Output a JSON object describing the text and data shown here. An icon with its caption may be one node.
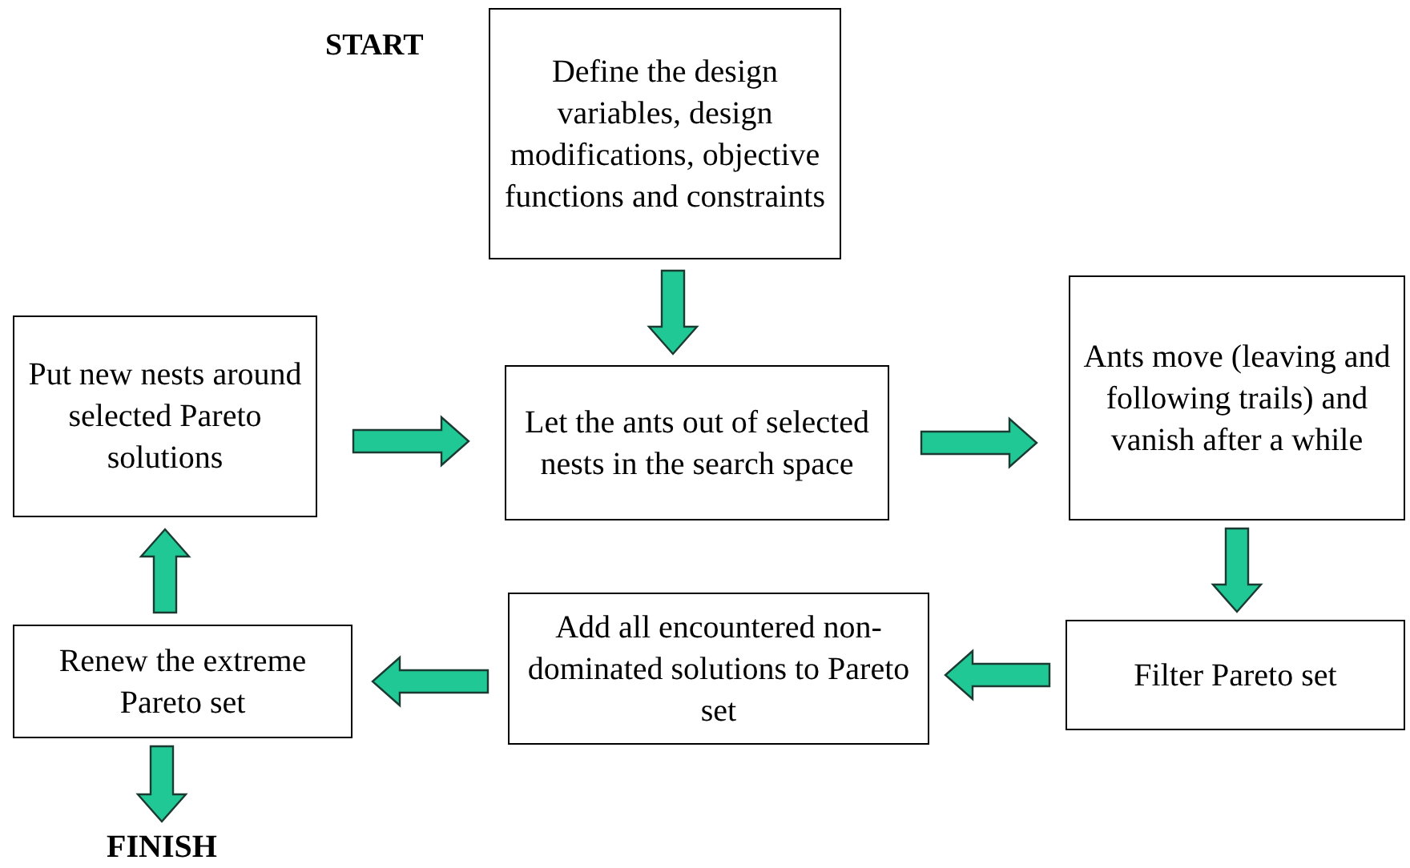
{
  "diagram": {
    "nodes": [
      {
        "text": [
          "Define the design variables, design modifications, objective functions and constraints"
        ]
      },
      {
        "text": [
          "Put new nests around selected Pareto solutions"
        ]
      },
      {
        "text": [
          "Let the ants out of selected nests in the search space"
        ]
      },
      {
        "text": [
          "Ants move (leaving and following trails) and vanish after a while"
        ]
      },
      {
        "text": [
          "Filter Pareto set"
        ]
      },
      {
        "text": [
          "Add all encountered non-dominated solutions to Pareto set"
        ]
      },
      {
        "text": [
          "Renew the extreme Pareto set"
        ]
      },
      {
        "text": [
          "FINISH"
        ]
      }
    ],
    "edges": [
      {
        "from": 0,
        "to": 2,
        "arrow": "to"
      },
      {
        "from": 1,
        "to": 2,
        "arrow": "to"
      },
      {
        "from": 2,
        "to": 3,
        "arrow": "to"
      },
      {
        "from": 3,
        "to": 4,
        "arrow": "to"
      },
      {
        "from": 4,
        "to": 5,
        "arrow": "to"
      },
      {
        "from": 5,
        "to": 6,
        "arrow": "to"
      },
      {
        "from": 6,
        "to": 1,
        "arrow": "to"
      },
      {
        "from": 6,
        "to": 7,
        "arrow": "to"
      }
    ],
    "labels": [
      "START"
    ]
  }
}
